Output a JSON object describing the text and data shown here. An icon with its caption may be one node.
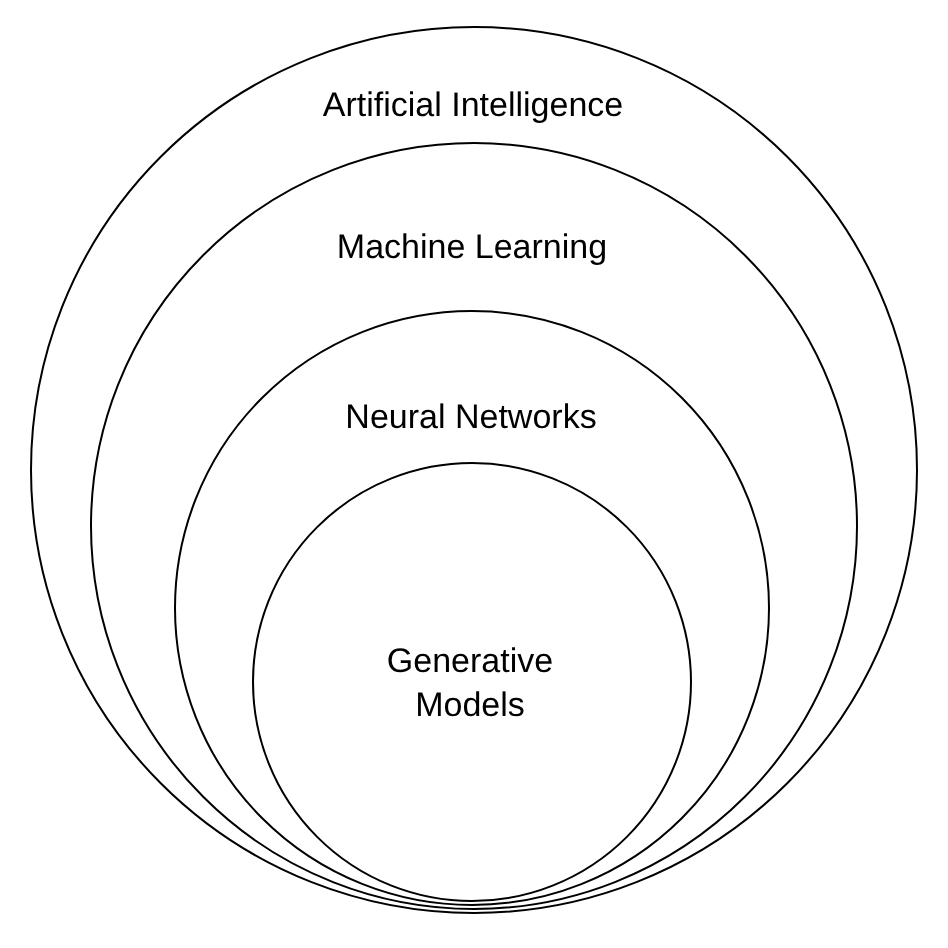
{
  "diagram": {
    "nodes": [
      {
        "text": [
          "Artificial Intelligence"
        ]
      },
      {
        "text": [
          "Machine Learning"
        ],
        "in": 0
      },
      {
        "text": [
          "Neural Networks"
        ],
        "in": 1
      },
      {
        "text": [
          "Generative Models"
        ],
        "in": 2
      }
    ]
  }
}
